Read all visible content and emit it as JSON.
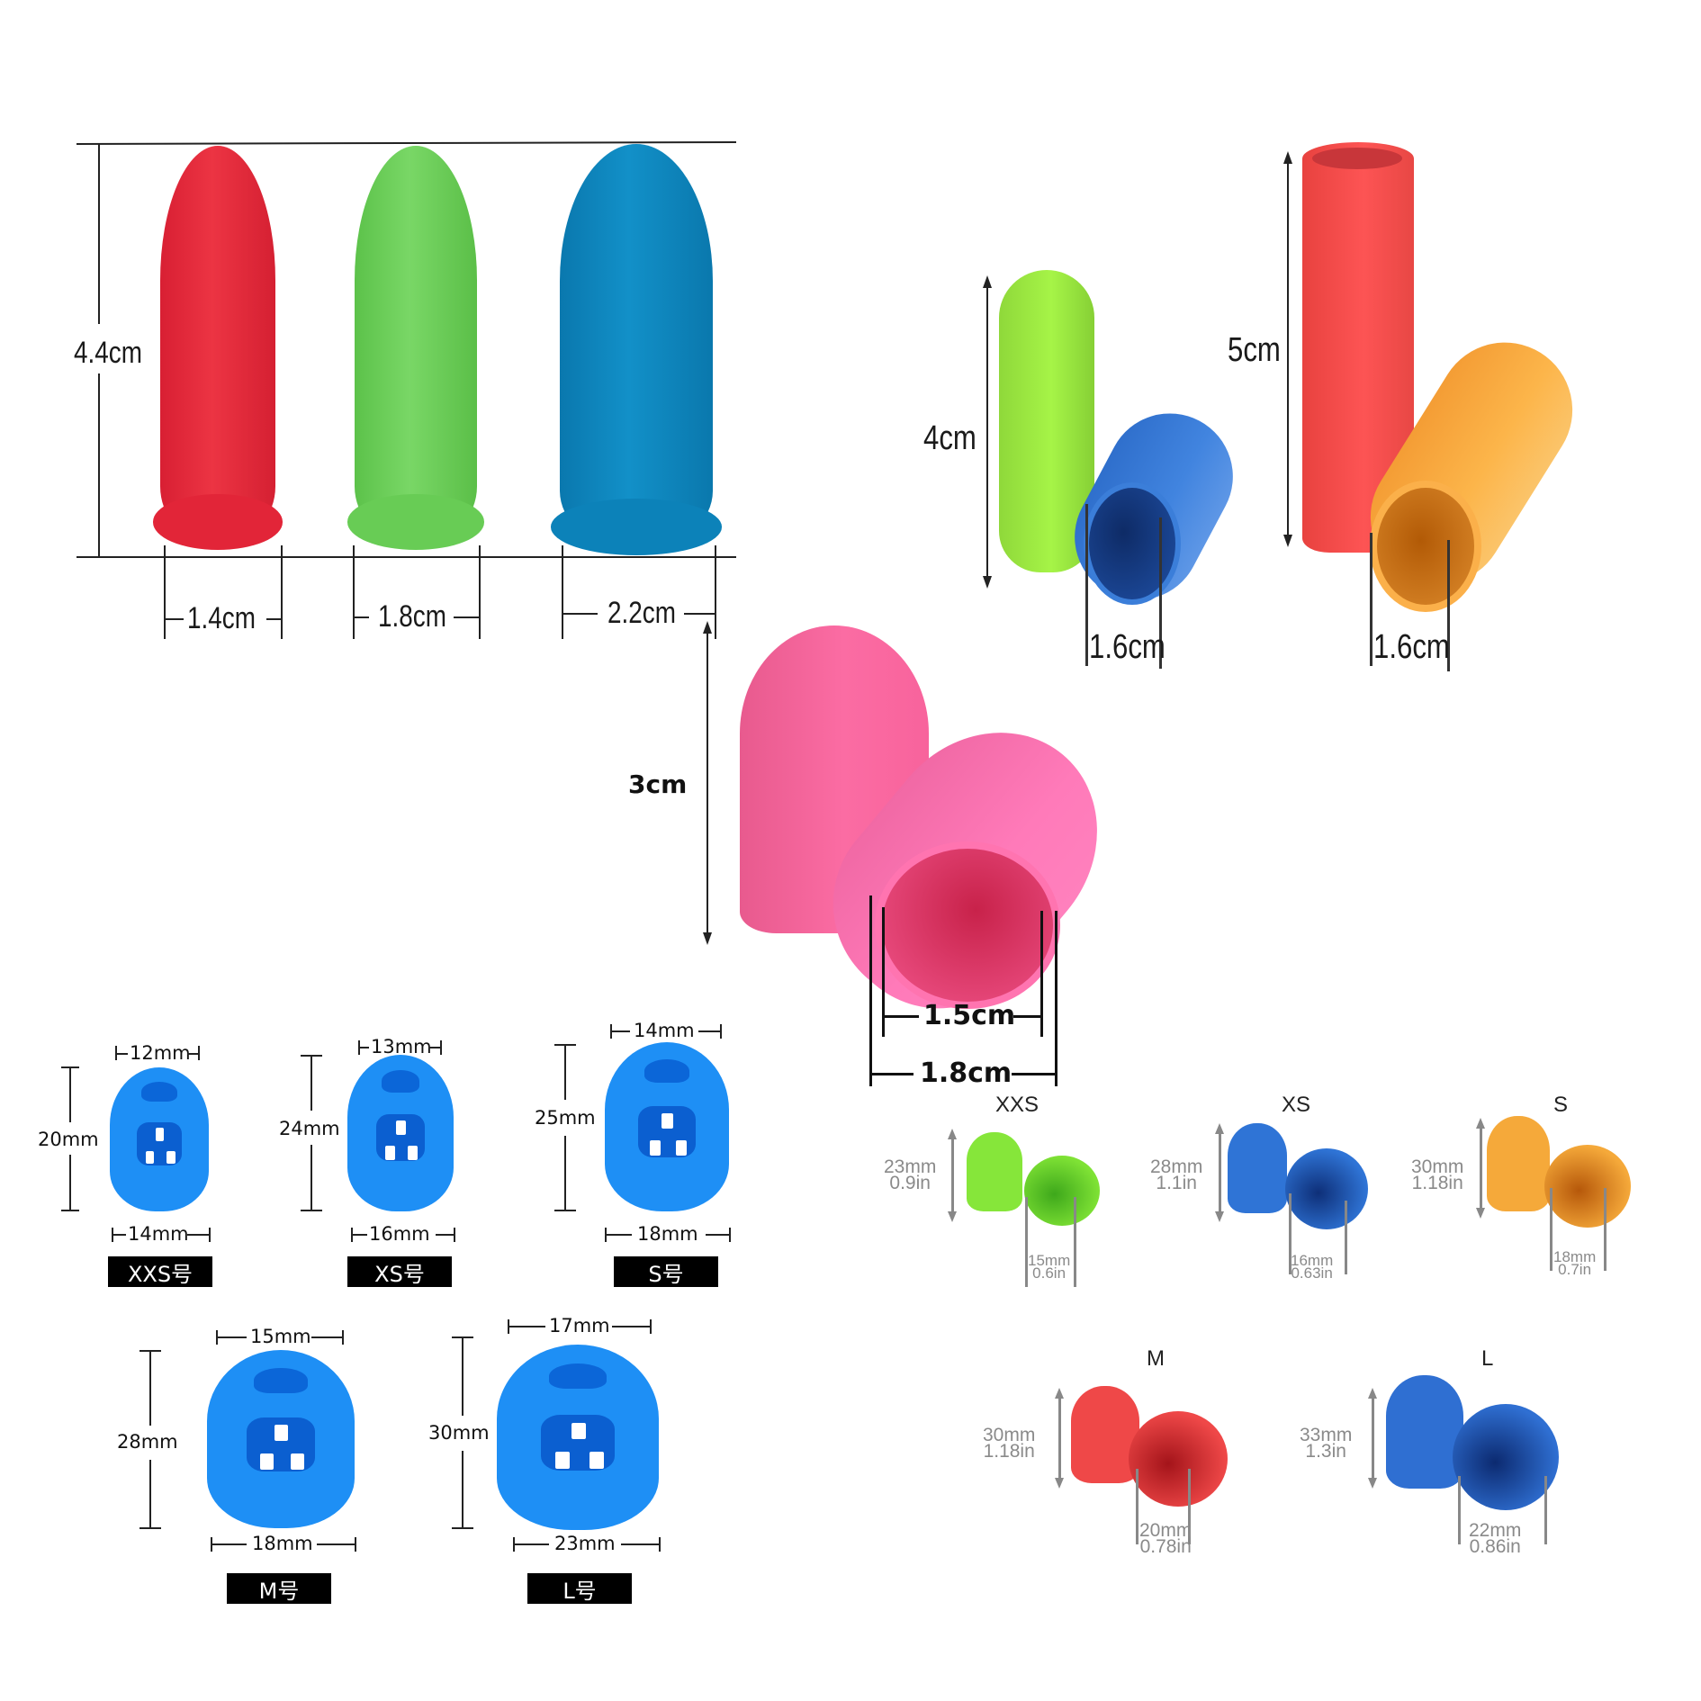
{
  "panel_finger_cots": {
    "height_label": "4.4cm",
    "items": [
      {
        "color_name": "red",
        "color": "#e5253a",
        "width_label": "1.4cm"
      },
      {
        "color_name": "green",
        "color": "#6fd25a",
        "width_label": "1.8cm"
      },
      {
        "color_name": "blue",
        "color": "#0e86bf",
        "width_label": "2.2cm"
      }
    ]
  },
  "panel_tubes": {
    "left": {
      "height_label": "4cm",
      "width_label": "1.6cm",
      "standing_color": "#a2f043",
      "lying_color": "#3a7fd6"
    },
    "right": {
      "height_label": "5cm",
      "width_label": "1.6cm",
      "standing_color": "#f5514f",
      "lying_color": "#f7ac45"
    }
  },
  "panel_pink": {
    "height_label": "3cm",
    "inner_width_label": "1.5cm",
    "outer_width_label": "1.8cm",
    "color": "#f4649c"
  },
  "panel_blue_thimbles": {
    "items": [
      {
        "top_label": "12mm",
        "height_label": "20mm",
        "bottom_label": "14mm",
        "tag": "XXS号"
      },
      {
        "top_label": "13mm",
        "height_label": "24mm",
        "bottom_label": "16mm",
        "tag": "XS号"
      },
      {
        "top_label": "14mm",
        "height_label": "25mm",
        "bottom_label": "18mm",
        "tag": "S号"
      },
      {
        "top_label": "15mm",
        "height_label": "28mm",
        "bottom_label": "18mm",
        "tag": "M号"
      },
      {
        "top_label": "17mm",
        "height_label": "30mm",
        "bottom_label": "23mm",
        "tag": "L号"
      }
    ],
    "color": "#1e8ff5"
  },
  "panel_size_chart": {
    "items": [
      {
        "size": "XXS",
        "height_mm": "23mm",
        "height_in": "0.9in",
        "width_mm": "15mm",
        "width_in": "0.6in",
        "color": "#86e63a"
      },
      {
        "size": "XS",
        "height_mm": "28mm",
        "height_in": "1.1in",
        "width_mm": "16mm",
        "width_in": "0.63in",
        "color": "#2f74d6"
      },
      {
        "size": "S",
        "height_mm": "30mm",
        "height_in": "1.18in",
        "width_mm": "18mm",
        "width_in": "0.7in",
        "color": "#f5a93a"
      },
      {
        "size": "M",
        "height_mm": "30mm",
        "height_in": "1.18in",
        "width_mm": "20mm",
        "width_in": "0.78in",
        "color": "#ef4848"
      },
      {
        "size": "L",
        "height_mm": "33mm",
        "height_in": "1.3in",
        "width_mm": "22mm",
        "width_in": "0.86in",
        "color": "#2f6fd2"
      }
    ]
  }
}
